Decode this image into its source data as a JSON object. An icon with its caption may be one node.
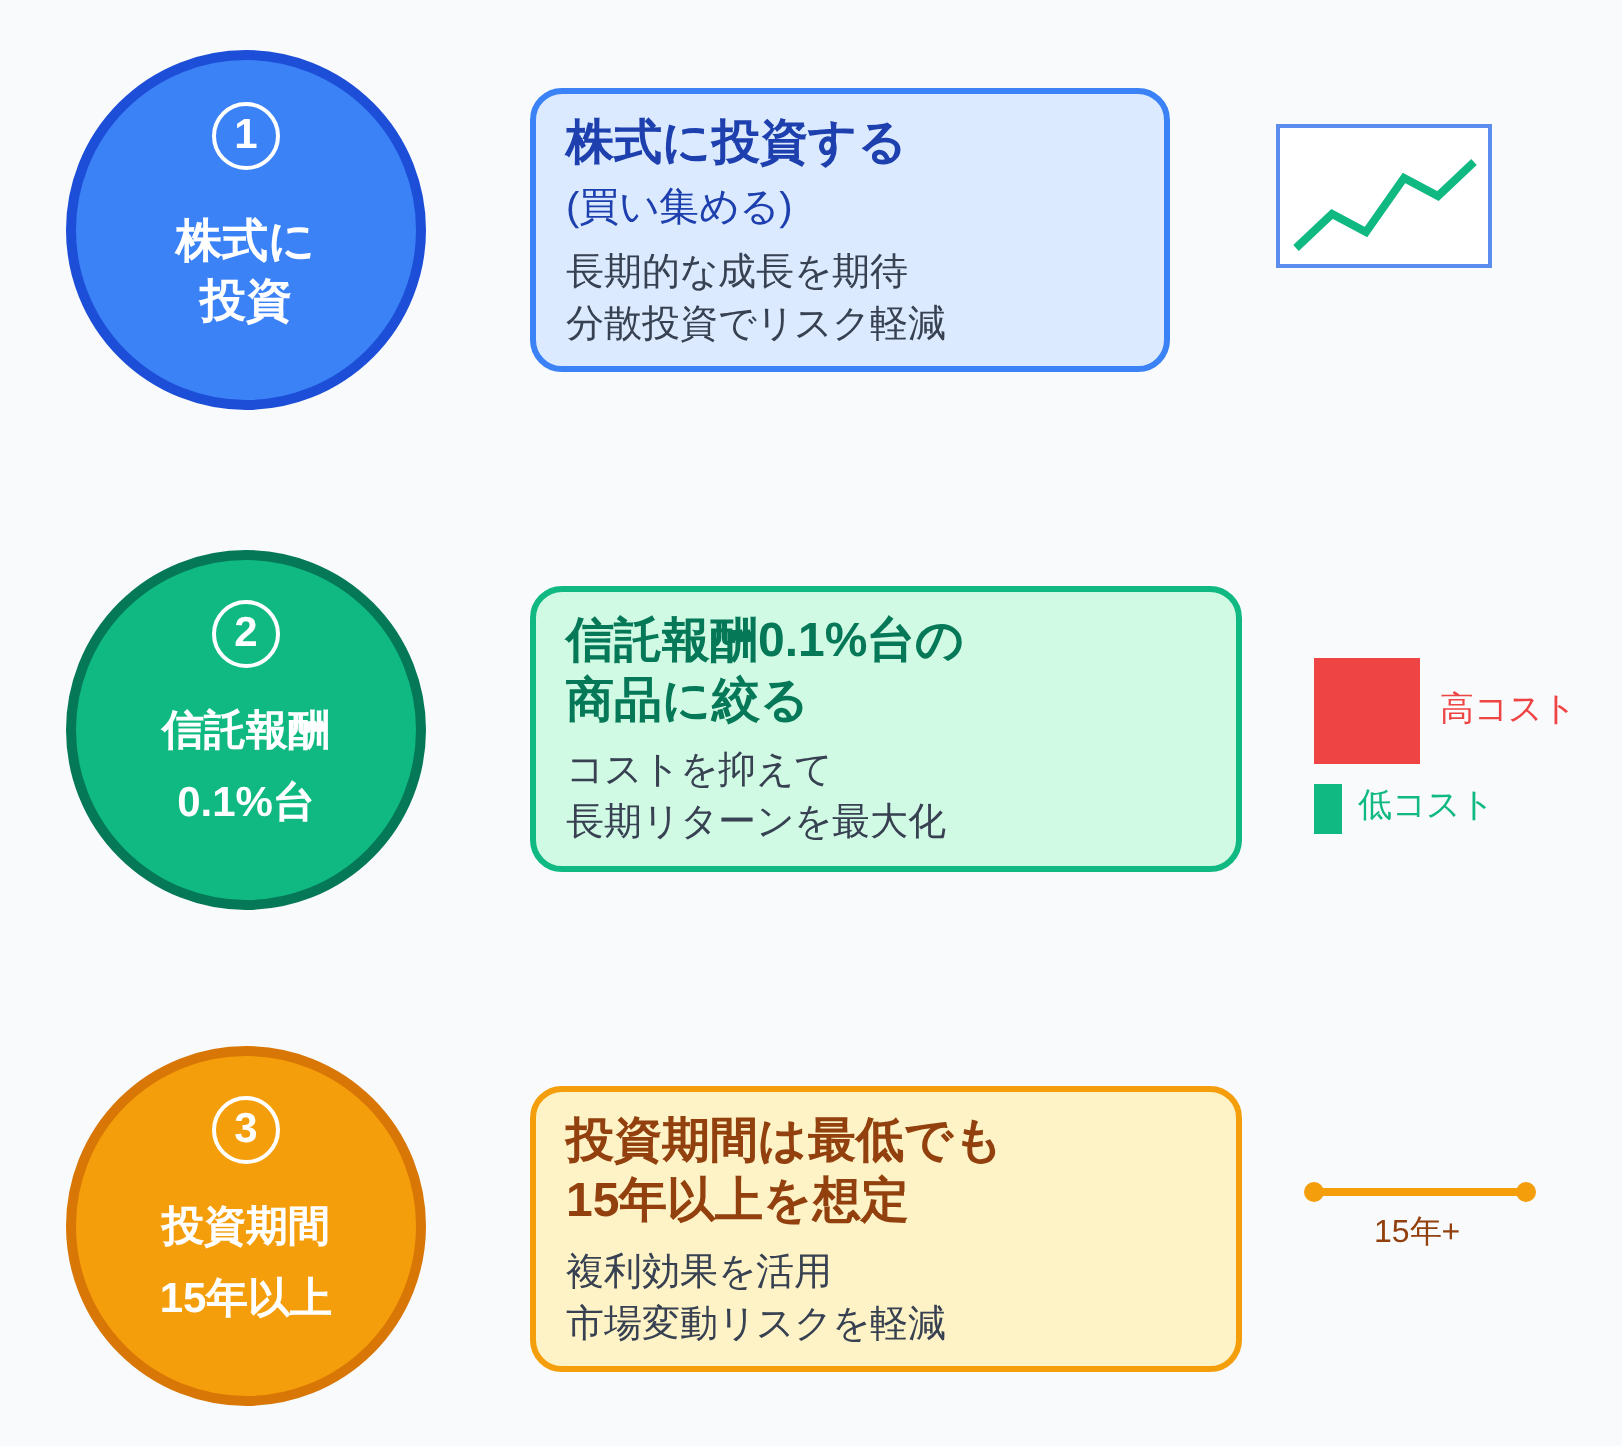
{
  "diagram": {
    "nodes": [
      {
        "text": [
          "1",
          "株式に",
          "投資"
        ]
      },
      {
        "text": [
          "株式に投資する",
          "(買い集める)",
          "長期的な成長を期待",
          "分散投資でリスク軽減"
        ]
      },
      {
        "text": [
          "2",
          "信託報酬",
          "0.1%台"
        ]
      },
      {
        "text": [
          "信託報酬0.1%台の商品に絞る",
          "コストを抑えて",
          "長期リターンを最大化"
        ]
      },
      {
        "text": [
          "3",
          "投資期間",
          "15年以上"
        ]
      },
      {
        "text": [
          "投資期間は最低でも15年以上を想定",
          "複利効果を活用",
          "市場変動リスクを軽減"
        ]
      }
    ],
    "labels": [
      "15年+"
    ],
    "legend": [
      {
        "text": "高コスト",
        "color": "#ef4444"
      },
      {
        "text": "低コスト",
        "color": "#10b981"
      }
    ]
  }
}
